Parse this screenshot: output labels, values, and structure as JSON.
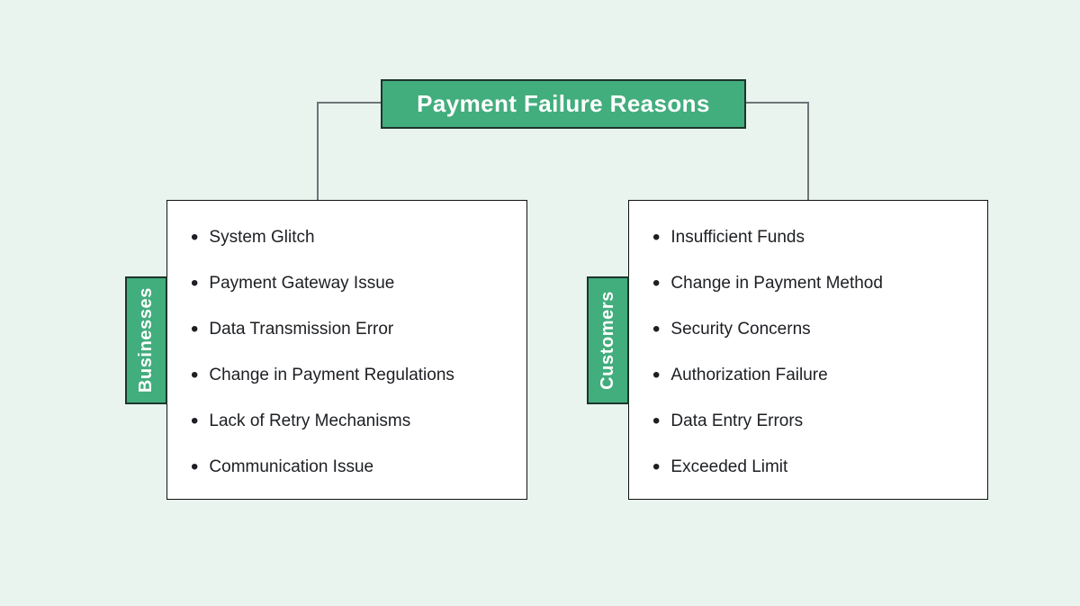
{
  "title": {
    "label": "Payment Failure Reasons"
  },
  "groups": [
    {
      "tab": "Businesses",
      "items": [
        "System Glitch",
        "Payment Gateway Issue",
        "Data Transmission Error",
        "Change in Payment Regulations",
        "Lack of Retry Mechanisms",
        "Communication Issue"
      ]
    },
    {
      "tab": "Customers",
      "items": [
        "Insufficient Funds",
        "Change in Payment Method",
        "Security Concerns",
        "Authorization Failure",
        "Data Entry Errors",
        "Exceeded Limit"
      ]
    }
  ],
  "colors": {
    "background": "#e9f4ef",
    "accent_green": "#42ad7d",
    "connector_gray": "#6e7478",
    "box_border": "#111111",
    "dark_border": "#1c352a",
    "text": "#1d1f23",
    "title_text": "#ffffff"
  }
}
